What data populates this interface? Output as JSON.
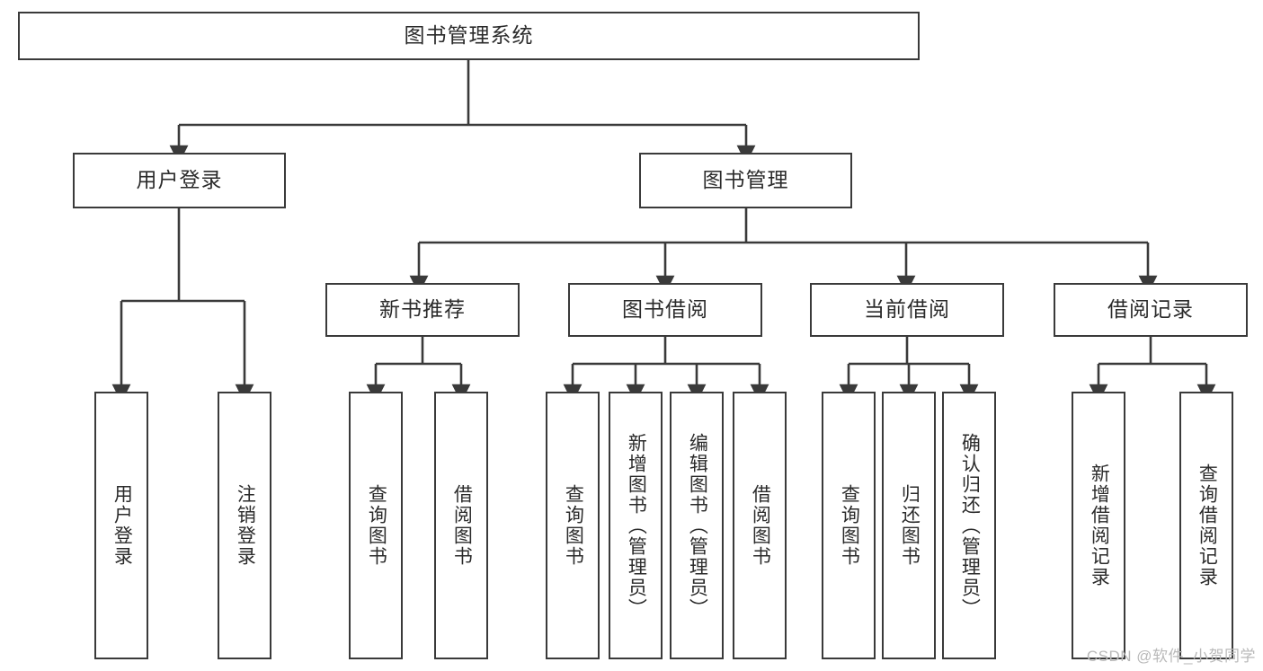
{
  "diagram": {
    "title": "图书管理系统",
    "type": "tree-hierarchy",
    "watermark": "CSDN @软件_小贺同学",
    "colors": {
      "stroke": "#3a3a3a",
      "text": "#2b2b2b",
      "background": "#ffffff",
      "watermark": "#b9b9b9"
    },
    "levels": {
      "root": {
        "label": "图书管理系统"
      },
      "level2": [
        {
          "label": "用户登录"
        },
        {
          "label": "图书管理"
        }
      ],
      "level3": [
        {
          "label": "新书推荐"
        },
        {
          "label": "图书借阅"
        },
        {
          "label": "当前借阅"
        },
        {
          "label": "借阅记录"
        }
      ],
      "leaves": {
        "user_login": [
          {
            "label": "用户登录"
          },
          {
            "label": "注销登录"
          }
        ],
        "new_book_recommend": [
          {
            "label": "查询图书"
          },
          {
            "label": "借阅图书"
          }
        ],
        "book_borrow": [
          {
            "label": "查询图书"
          },
          {
            "label": "新增图书（管理员）"
          },
          {
            "label": "编辑图书（管理员）"
          },
          {
            "label": "借阅图书"
          }
        ],
        "current_borrow": [
          {
            "label": "查询图书"
          },
          {
            "label": "归还图书"
          },
          {
            "label": "确认归还（管理员）"
          }
        ],
        "borrow_record": [
          {
            "label": "新增借阅记录"
          },
          {
            "label": "查询借阅记录"
          }
        ]
      }
    }
  }
}
